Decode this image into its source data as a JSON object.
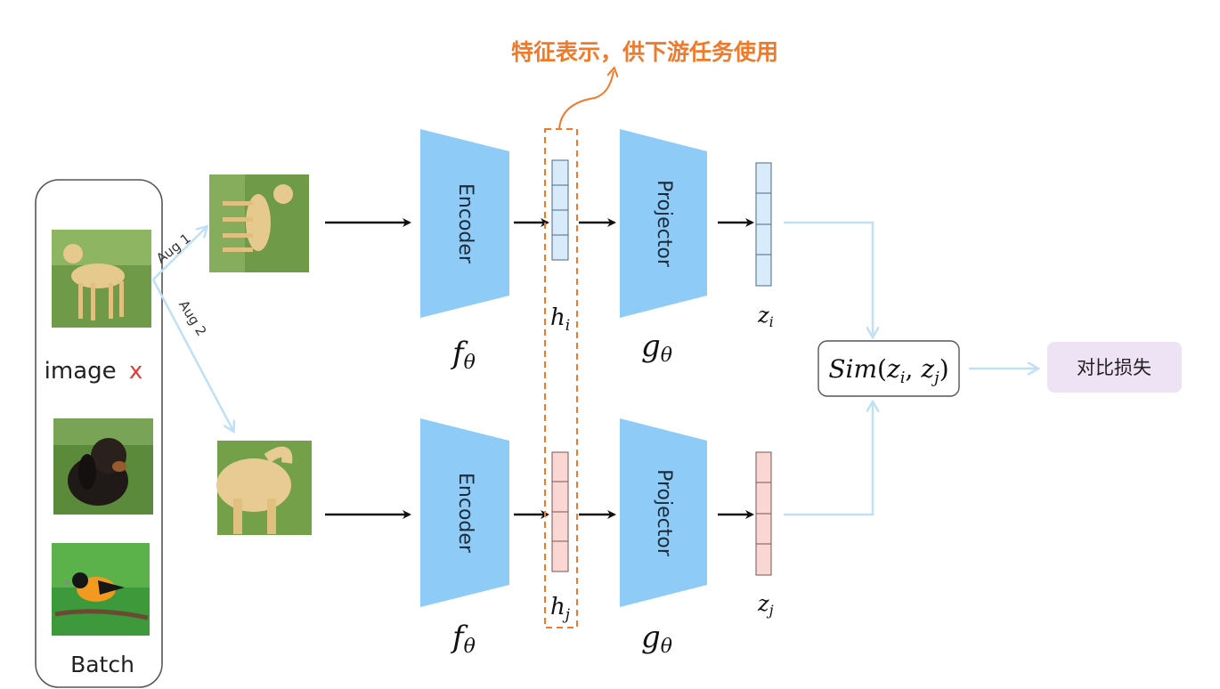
{
  "annotation": {
    "text": "特征表示，供下游任务使用",
    "color": "#f07a2a"
  },
  "batch": {
    "image_label": "image",
    "image_var": "x",
    "batch_label": "Batch",
    "thumbnails": [
      "dog-labrador-image",
      "dog-puppy-image",
      "bird-oriole-image"
    ]
  },
  "augmentations": {
    "aug1": "Aug 1",
    "aug2": "Aug 2"
  },
  "encoder": {
    "label": "Encoder",
    "func": "f",
    "sub": "θ"
  },
  "projector": {
    "label": "Projector",
    "func": "g",
    "sub": "θ"
  },
  "features": {
    "h_i": {
      "base": "h",
      "sub": "i"
    },
    "h_j": {
      "base": "h",
      "sub": "j"
    },
    "z_i": {
      "base": "z",
      "sub": "i"
    },
    "z_j": {
      "base": "z",
      "sub": "j"
    }
  },
  "similarity": {
    "fn": "Sim",
    "args": "z",
    "sub1": "i",
    "sub2": "j"
  },
  "loss": {
    "label": "对比损失"
  },
  "colors": {
    "block_blue": "#8ecbf7",
    "vector_blue": "#d7ebfb",
    "vector_pink": "#f9d8d3",
    "light_arrow": "#bfe0f7",
    "loss_bg": "#eee3f4",
    "annotation_orange": "#f07a2a",
    "aug_red": "#e53935"
  }
}
